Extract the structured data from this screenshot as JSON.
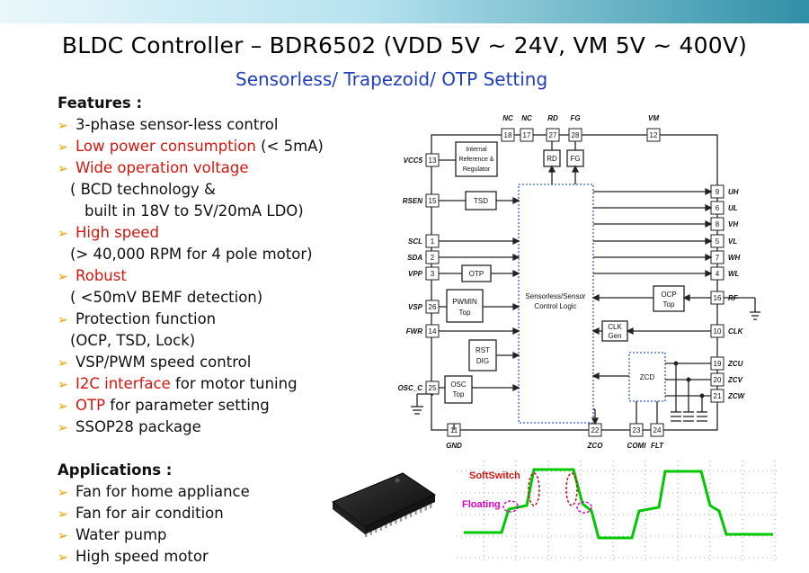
{
  "title": "BLDC Controller – BDR6502 (VDD 5V ~ 24V, VM 5V ~ 400V)",
  "subtitle": "Sensorless/ Trapezoid/  OTP Setting",
  "features": {
    "heading": "Features :",
    "items": [
      {
        "text": "3-phase sensor-less control"
      },
      {
        "red": "Low power consumption",
        "rest": " (< 5mA)"
      },
      {
        "red": "Wide operation voltage",
        "rest": ""
      },
      {
        "sub1": "( BCD technology &"
      },
      {
        "sub2": "built in 18V to 5V/20mA LDO)"
      },
      {
        "red": "High speed",
        "rest": ""
      },
      {
        "sub1": "(> 40,000 RPM for 4 pole motor)"
      },
      {
        "red": "Robust",
        "rest": ""
      },
      {
        "sub1": "( <50mV BEMF detection)"
      },
      {
        "text": "Protection function"
      },
      {
        "sub1": "(OCP, TSD, Lock)"
      },
      {
        "text": "VSP/PWM speed control"
      },
      {
        "red": "I2C interface",
        "rest": " for motor tuning"
      },
      {
        "red": "OTP",
        "rest": " for parameter setting"
      },
      {
        "text": "SSOP28 package"
      }
    ]
  },
  "applications": {
    "heading": "Applications :",
    "items": [
      "Fan for home appliance",
      "Fan for air condition",
      "Water pump",
      "High speed motor"
    ]
  },
  "diagram": {
    "top_pins": [
      {
        "name": "NC",
        "num": "18"
      },
      {
        "name": "NC",
        "num": "17"
      },
      {
        "name": "RD",
        "num": "27"
      },
      {
        "name": "FG",
        "num": "28"
      },
      {
        "name": "VM",
        "num": "12"
      }
    ],
    "left_pins": [
      {
        "name": "VCC5",
        "num": "13"
      },
      {
        "name": "RSEN",
        "num": "15"
      },
      {
        "name": "SCL",
        "num": "1"
      },
      {
        "name": "SDA",
        "num": "2"
      },
      {
        "name": "VPP",
        "num": "3"
      },
      {
        "name": "VSP",
        "num": "26"
      },
      {
        "name": "FWR",
        "num": "14"
      },
      {
        "name": "OSC_C",
        "num": "25"
      }
    ],
    "right_pins": [
      {
        "name": "UH",
        "num": "9"
      },
      {
        "name": "UL",
        "num": "6"
      },
      {
        "name": "VH",
        "num": "8"
      },
      {
        "name": "VL",
        "num": "5"
      },
      {
        "name": "WH",
        "num": "7"
      },
      {
        "name": "WL",
        "num": "4"
      },
      {
        "name": "RF",
        "num": "16"
      },
      {
        "name": "CLK",
        "num": "10"
      },
      {
        "name": "ZCU",
        "num": "19"
      },
      {
        "name": "ZCV",
        "num": "20"
      },
      {
        "name": "ZCW",
        "num": "21"
      }
    ],
    "bottom_pins": [
      {
        "name": "GND",
        "num": "11"
      },
      {
        "name": "ZCO",
        "num": "22"
      },
      {
        "name": "COMI",
        "num": "23"
      },
      {
        "name": "FLT",
        "num": "24"
      }
    ],
    "blocks": {
      "regulator": [
        "Internal",
        "Reference &",
        "Regulator"
      ],
      "tsd": "TSD",
      "otp": "OTP",
      "pwmin": [
        "PWMIN",
        "Top"
      ],
      "rst": [
        "RST",
        "DIG"
      ],
      "osc": [
        "OSC",
        "Top"
      ],
      "control": [
        "Sensorless/Sensor",
        "Control Logic"
      ],
      "ocp": [
        "OCP",
        "Top"
      ],
      "clk": [
        "CLK",
        "Gen"
      ],
      "zcd": "ZCD",
      "rd": "RD",
      "fg": "FG"
    }
  },
  "waveform": {
    "label_softswitch": "SoftSwitch",
    "label_floating": "Floating"
  },
  "colors": {
    "title": "#000000",
    "subtitle": "#1f3fb8",
    "highlight": "#d4160e",
    "bullet": "#e8a100",
    "wave": "#00c800",
    "softswitch": "#d4160e",
    "floating": "#e000c8"
  }
}
